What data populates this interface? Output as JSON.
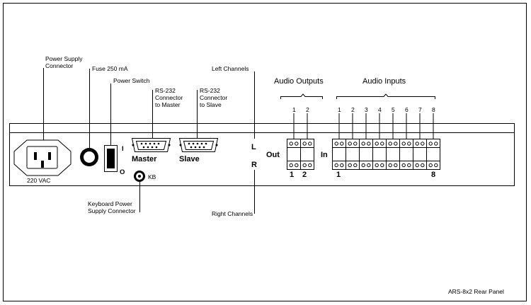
{
  "labels": {
    "power_supply": [
      "Power Supply",
      "Connector"
    ],
    "fuse": "Fuse 250 mA",
    "power_switch": "Power Switch",
    "rs232_master": [
      "RS-232",
      "Connector",
      "to Master"
    ],
    "rs232_slave": [
      "RS-232",
      "Connector",
      "to Slave"
    ],
    "left_channels": "Left Channels",
    "right_channels": "Right Channels",
    "audio_outputs": "Audio Outputs",
    "audio_inputs": "Audio Inputs",
    "keyboard_power": [
      "Keyboard Power",
      "Supply Connector"
    ],
    "caption": "ARS-8x2 Rear Panel"
  },
  "panel": {
    "vac": "220 VAC",
    "switch_on": "I",
    "switch_off": "O",
    "master": "Master",
    "slave": "Slave",
    "kb": "KB",
    "channel_l": "L",
    "channel_r": "R",
    "out": "Out",
    "in": "In",
    "out_bottom_labels": [
      "1",
      "2"
    ],
    "in_bottom_first": "1",
    "in_bottom_last": "8"
  },
  "outputs_top_numbers": [
    "1",
    "2"
  ],
  "inputs_top_numbers": [
    "1",
    "2",
    "3",
    "4",
    "5",
    "6",
    "7",
    "8"
  ]
}
